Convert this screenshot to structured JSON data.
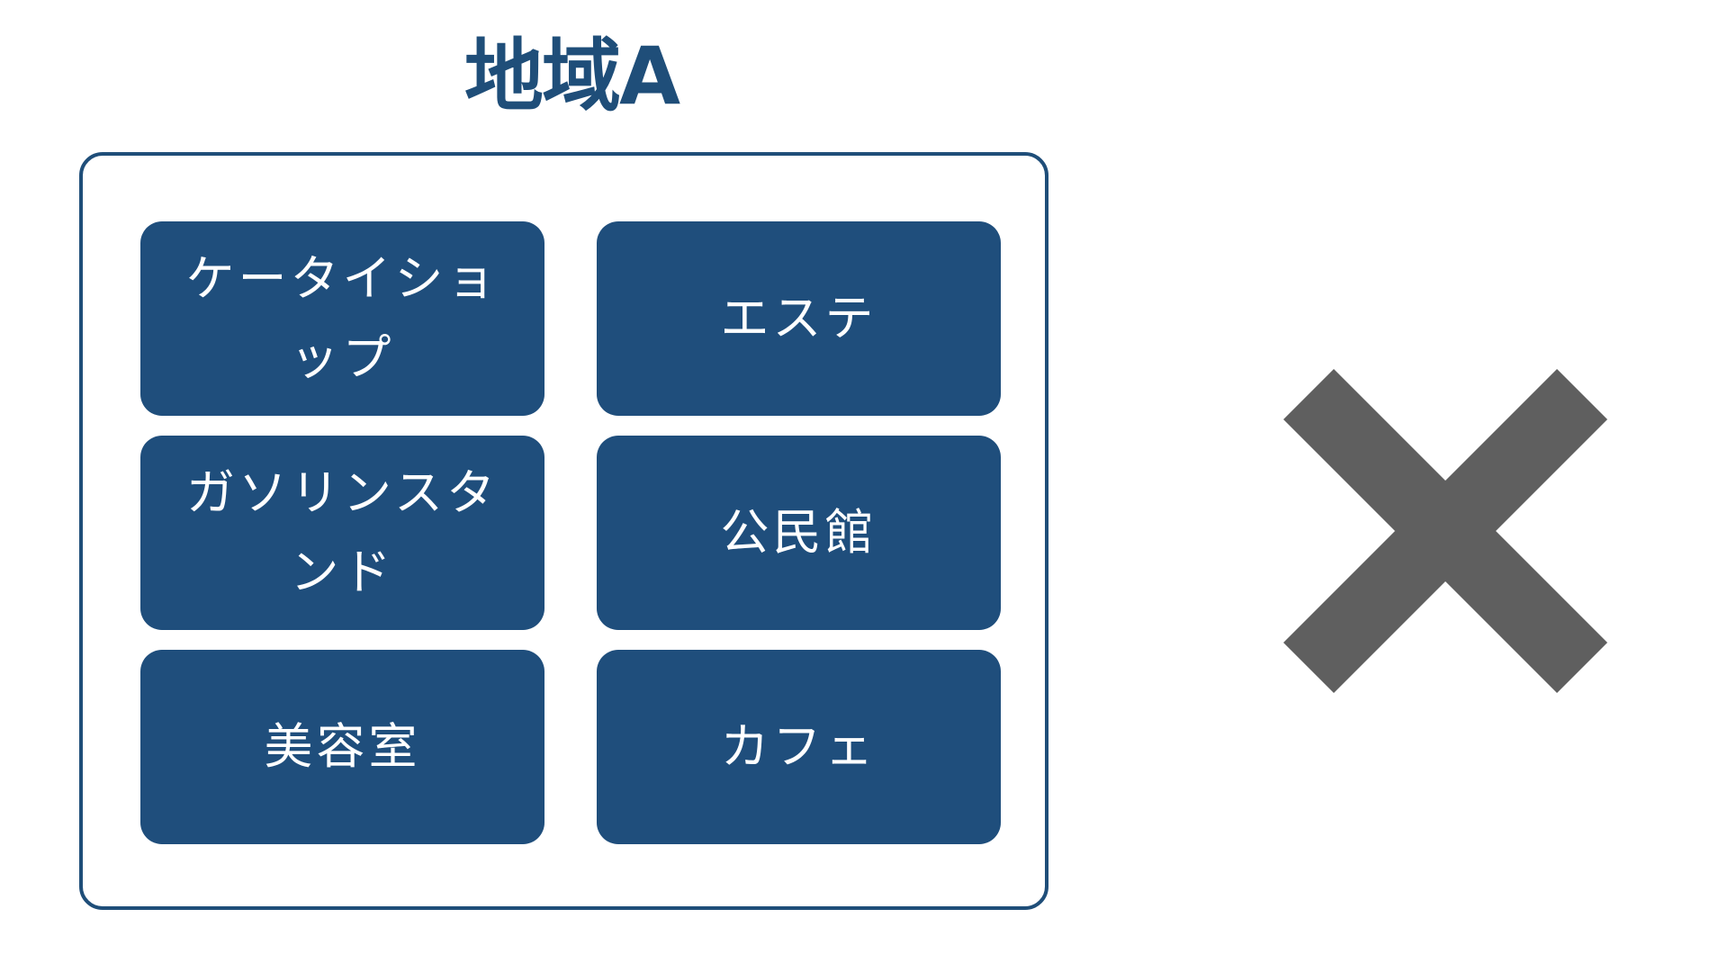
{
  "region": {
    "title": "地域A"
  },
  "facilities": [
    {
      "label": "ケータイショップ"
    },
    {
      "label": "エステ"
    },
    {
      "label": "ガソリンスタンド"
    },
    {
      "label": "公民館"
    },
    {
      "label": "美容室"
    },
    {
      "label": "カフェ"
    }
  ],
  "colors": {
    "region_accent": "#1f4e79",
    "tile_fill": "#1f4e7c",
    "tile_text": "#ffffff",
    "cross": "#5f5f5f"
  },
  "icons": {
    "cross": "cross-mark-icon"
  }
}
